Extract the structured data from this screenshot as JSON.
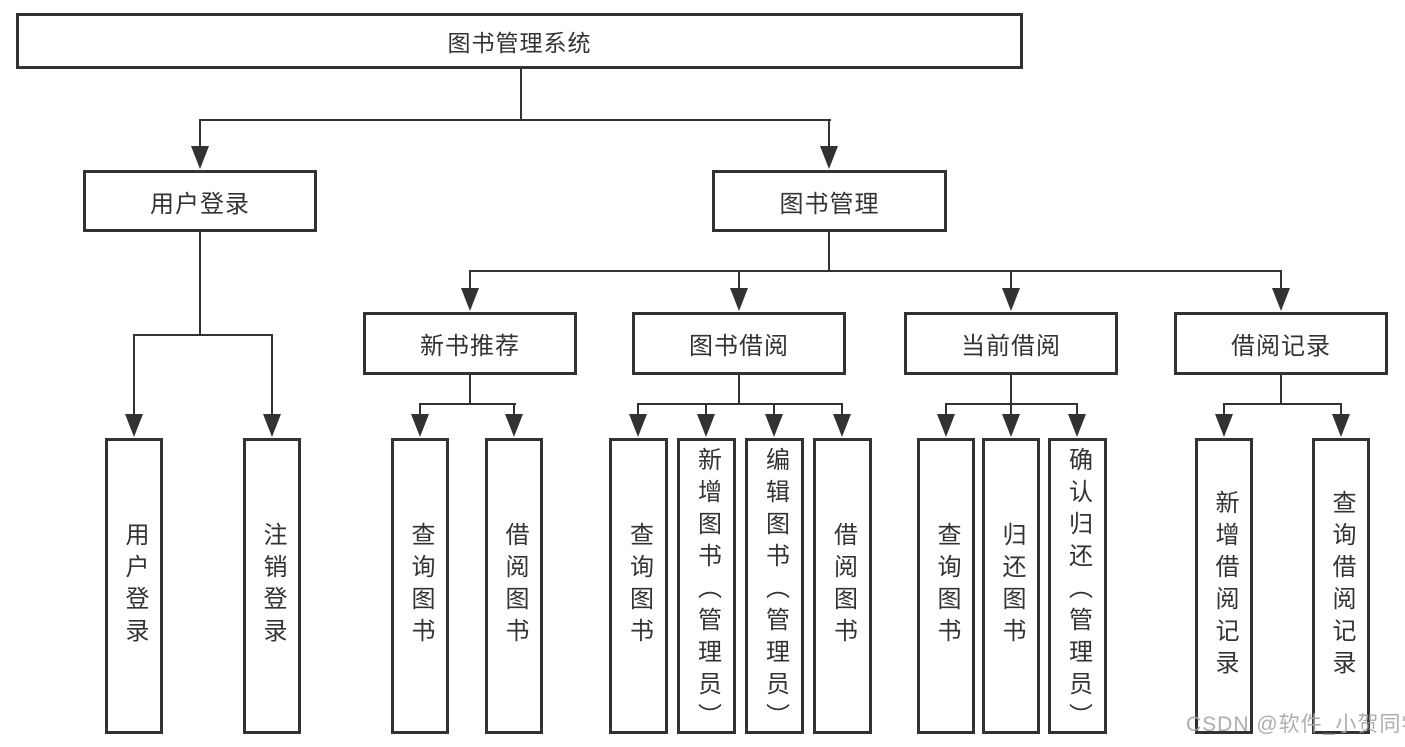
{
  "diagram_title": "图书管理系统",
  "watermark": "CSDN @软件_小贺同学",
  "colors": {
    "line": "#323232",
    "text": "#333333",
    "box_background": "#ffffff",
    "watermark": "#a5a5a5"
  },
  "nodes": [
    {
      "id": "root",
      "label": "图书管理系统",
      "level": 1,
      "parent": null
    },
    {
      "id": "user-login",
      "label": "用户登录",
      "level": 2,
      "parent": "root"
    },
    {
      "id": "book-management",
      "label": "图书管理",
      "level": 2,
      "parent": "root"
    },
    {
      "id": "new-book-recommend",
      "label": "新书推荐",
      "level": 3,
      "parent": "book-management"
    },
    {
      "id": "book-borrow",
      "label": "图书借阅",
      "level": 3,
      "parent": "book-management"
    },
    {
      "id": "current-borrow",
      "label": "当前借阅",
      "level": 3,
      "parent": "book-management"
    },
    {
      "id": "borrow-records",
      "label": "借阅记录",
      "level": 3,
      "parent": "book-management"
    },
    {
      "id": "login",
      "label": "用户登录",
      "level": 4,
      "parent": "user-login"
    },
    {
      "id": "logout",
      "label": "注销登录",
      "level": 4,
      "parent": "user-login"
    },
    {
      "id": "nbr-query-book",
      "label": "查询图书",
      "level": 4,
      "parent": "new-book-recommend"
    },
    {
      "id": "nbr-borrow-book",
      "label": "借阅图书",
      "level": 4,
      "parent": "new-book-recommend"
    },
    {
      "id": "bb-query-book",
      "label": "查询图书",
      "level": 4,
      "parent": "book-borrow"
    },
    {
      "id": "bb-add-book",
      "label": "新增图书（管理员）",
      "level": 4,
      "parent": "book-borrow"
    },
    {
      "id": "bb-edit-book",
      "label": "编辑图书（管理员）",
      "level": 4,
      "parent": "book-borrow"
    },
    {
      "id": "bb-borrow-book",
      "label": "借阅图书",
      "level": 4,
      "parent": "book-borrow"
    },
    {
      "id": "cb-query-book",
      "label": "查询图书",
      "level": 4,
      "parent": "current-borrow"
    },
    {
      "id": "cb-return-book",
      "label": "归还图书",
      "level": 4,
      "parent": "current-borrow"
    },
    {
      "id": "cb-confirm-return",
      "label": "确认归还（管理员）",
      "level": 4,
      "parent": "current-borrow"
    },
    {
      "id": "br-add-record",
      "label": "新增借阅记录",
      "level": 4,
      "parent": "borrow-records"
    },
    {
      "id": "br-query-record",
      "label": "查询借阅记录",
      "level": 4,
      "parent": "borrow-records"
    }
  ]
}
